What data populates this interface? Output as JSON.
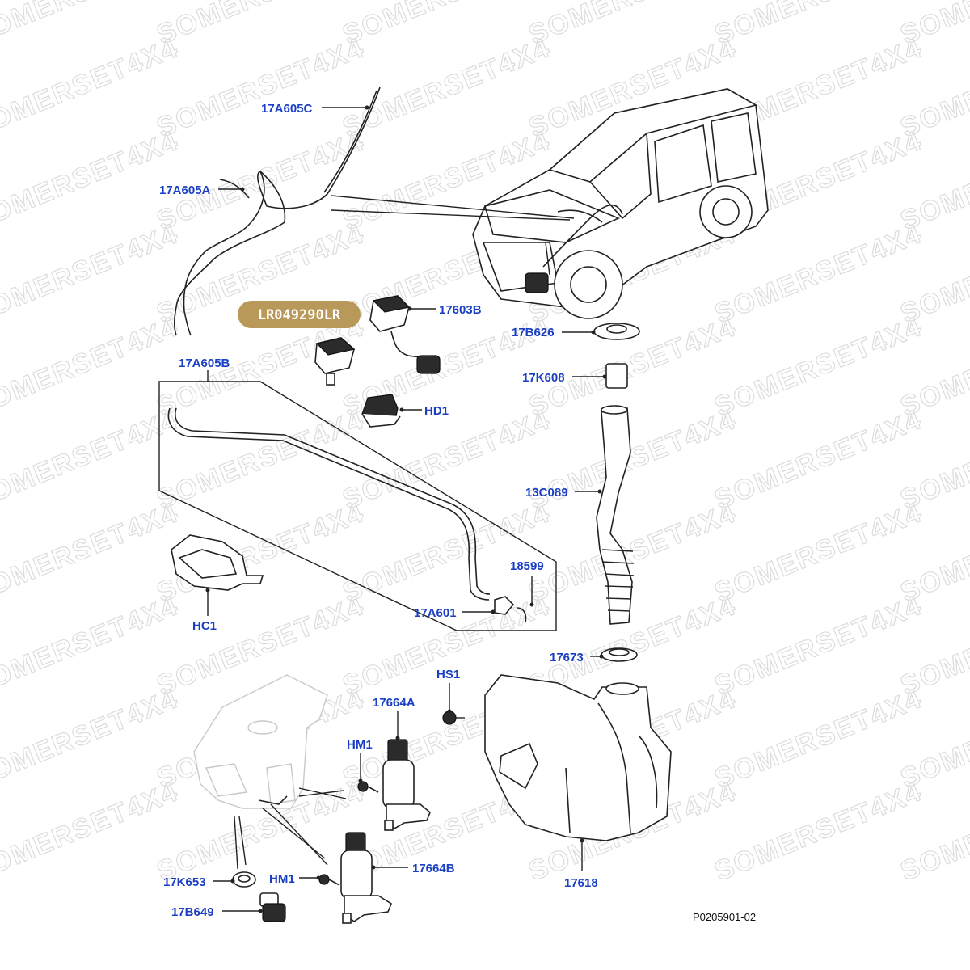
{
  "watermark": "SOMERSET4X4",
  "highlight_badge": {
    "text": "LR049290LR",
    "color": "#b9995a"
  },
  "reference_code": "P0205901-02",
  "label_color": "#1a3fc4",
  "callouts": {
    "17A605C": "17A605C",
    "17A605A": "17A605A",
    "17603B": "17603B",
    "17B626": "17B626",
    "17K608": "17K608",
    "17A605B": "17A605B",
    "HD1": "HD1",
    "13C089": "13C089",
    "18599": "18599",
    "HC1": "HC1",
    "17A601": "17A601",
    "17673": "17673",
    "HS1": "HS1",
    "17664A": "17664A",
    "HM1_top": "HM1",
    "17618": "17618",
    "17K653": "17K653",
    "HM1_bottom": "HM1",
    "17664B": "17664B",
    "17B649": "17B649"
  }
}
